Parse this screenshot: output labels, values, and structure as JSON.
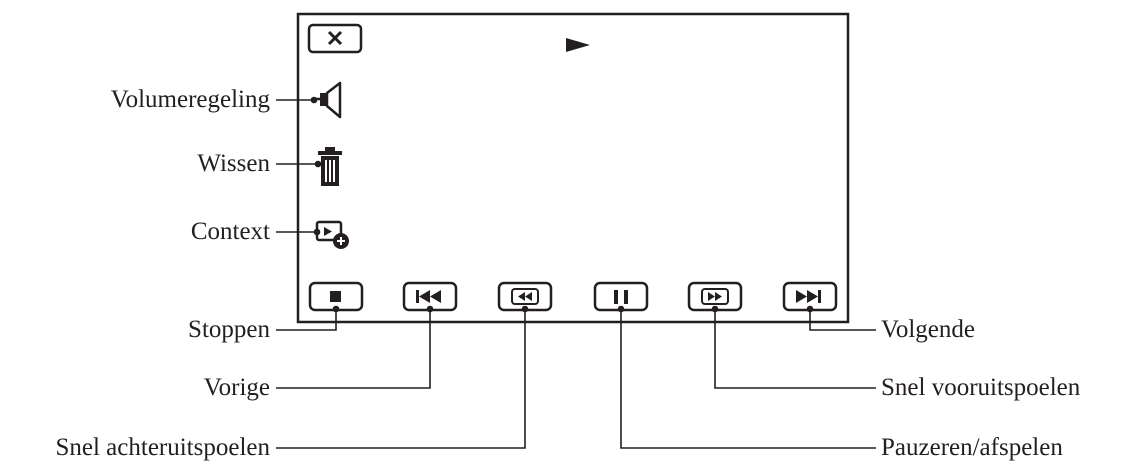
{
  "labels": {
    "volume": "Volumeregeling",
    "delete": "Wissen",
    "context": "Context",
    "stop": "Stoppen",
    "previous": "Vorige",
    "rewind": "Snel achteruitspoelen",
    "next": "Volgende",
    "fast_forward": "Snel vooruitspoelen",
    "pause_play": "Pauzeren/afspelen"
  },
  "icons": {
    "close": "close-icon",
    "play": "play-icon",
    "volume": "speaker-icon",
    "delete": "trash-icon",
    "context": "context-menu-icon",
    "stop": "stop-icon",
    "previous": "skip-previous-icon",
    "rewind": "rewind-icon",
    "pause": "pause-icon",
    "fast_forward": "fast-forward-icon",
    "next": "skip-next-icon"
  },
  "colors": {
    "ink": "#231f20",
    "background": "#ffffff"
  }
}
